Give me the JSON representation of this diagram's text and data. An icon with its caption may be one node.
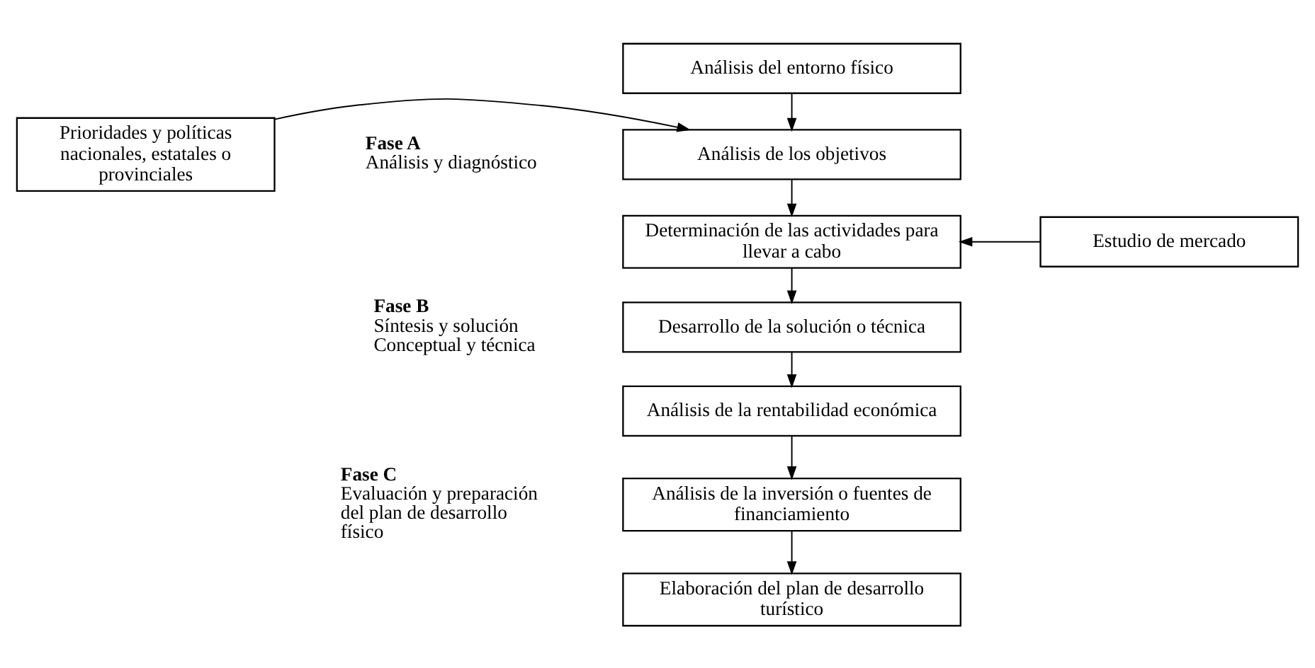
{
  "diagram": {
    "nodes": [
      {
        "text": [
          "Análisis del entorno físico"
        ]
      },
      {
        "text": [
          "Análisis de los objetivos"
        ]
      },
      {
        "text": [
          "Prioridades y políticas nacionales, estatales o provinciales"
        ]
      },
      {
        "text": [
          "Determinación de las actividades para llevar a cabo"
        ]
      },
      {
        "text": [
          "Estudio de mercado"
        ]
      },
      {
        "text": [
          "Desarrollo de la solución o técnica"
        ]
      },
      {
        "text": [
          "Análisis de la rentabilidad económica"
        ]
      },
      {
        "text": [
          "Análisis de la inversión o fuentes de financiamiento"
        ]
      },
      {
        "text": [
          "Elaboración del plan de desarrollo turístico"
        ]
      }
    ],
    "edges": [
      {
        "from": 0,
        "to": 1,
        "arrow": "to"
      },
      {
        "from": 2,
        "to": 1,
        "arrow": "to"
      },
      {
        "from": 1,
        "to": 3,
        "arrow": "to"
      },
      {
        "from": 4,
        "to": 3,
        "arrow": "to"
      },
      {
        "from": 3,
        "to": 5,
        "arrow": "to"
      },
      {
        "from": 5,
        "to": 6,
        "arrow": "to"
      },
      {
        "from": 6,
        "to": 7,
        "arrow": "to"
      },
      {
        "from": 7,
        "to": 8,
        "arrow": "to"
      }
    ],
    "labels": [
      "Fase A",
      "Análisis y diagnóstico",
      "Fase B",
      "Síntesis y solución Conceptual y técnica",
      "Fase C",
      "Evaluación y preparación del plan de desarrollo físico"
    ]
  }
}
